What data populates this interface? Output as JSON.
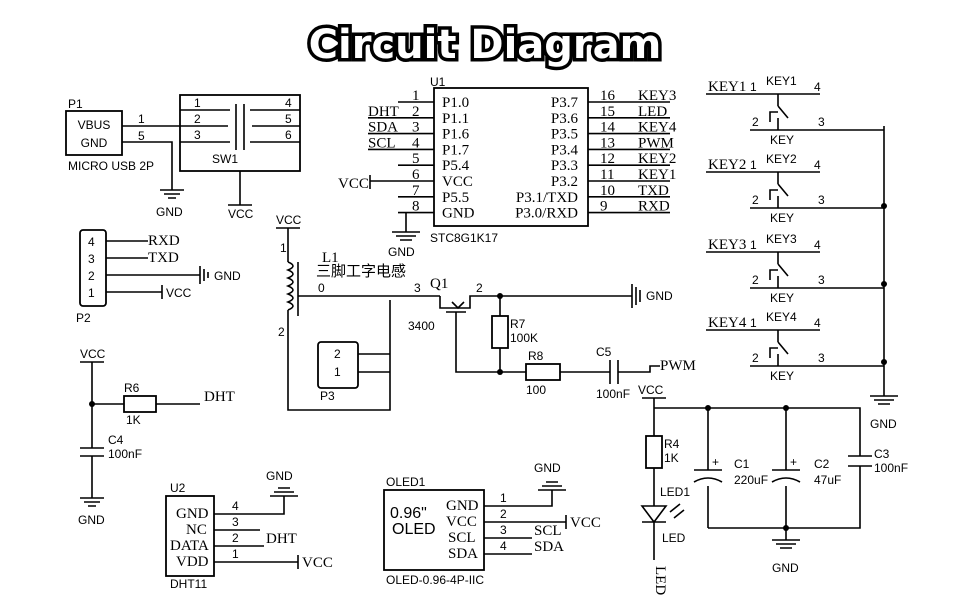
{
  "title": "Circuit Diagram",
  "p1": {
    "ref": "P1",
    "pin_vbus": "VBUS",
    "pin_gnd": "GND",
    "name": "MICRO USB 2P",
    "n1": "1",
    "n5": "5"
  },
  "sw1": {
    "ref": "SW1",
    "pins": [
      "1",
      "2",
      "3",
      "4",
      "5",
      "6"
    ]
  },
  "u1": {
    "ref": "U1",
    "name": "STC8G1K17",
    "left_pins": [
      "P1.0",
      "P1.1",
      "P1.6",
      "P1.7",
      "P5.4",
      "VCC",
      "P5.5",
      "GND"
    ],
    "left_nums": [
      "1",
      "2",
      "3",
      "4",
      "5",
      "6",
      "7",
      "8"
    ],
    "right_pins": [
      "P3.7",
      "P3.6",
      "P3.5",
      "P3.4",
      "P3.3",
      "P3.2",
      "P3.1/TXD",
      "P3.0/RXD"
    ],
    "right_nums": [
      "16",
      "15",
      "14",
      "13",
      "12",
      "11",
      "10",
      "9"
    ],
    "left_nets": [
      "",
      "DHT",
      "SDA",
      "SCL",
      "",
      "VCC",
      "",
      ""
    ],
    "right_nets": [
      "KEY3",
      "LED",
      "KEY4",
      "PWM",
      "KEY2",
      "KEY1",
      "TXD",
      "RXD"
    ]
  },
  "p2": {
    "ref": "P2",
    "nums": [
      "4",
      "3",
      "2",
      "1"
    ],
    "nets": [
      "RXD",
      "TXD",
      "GND",
      "VCC"
    ]
  },
  "l1": {
    "ref": "L1",
    "desc": "三脚工字电感",
    "p0": "0",
    "p1": "1",
    "p2": "2",
    "p3": "3"
  },
  "q1": {
    "ref": "Q1",
    "part": "3400",
    "p2": "2"
  },
  "p3": {
    "ref": "P3",
    "p2": "2",
    "p1": "1"
  },
  "r7": {
    "ref": "R7",
    "value": "100K"
  },
  "r8": {
    "ref": "R8",
    "value": "100"
  },
  "c5": {
    "ref": "C5",
    "value": "100nF",
    "net": "PWM"
  },
  "r6": {
    "ref": "R6",
    "value": "1K",
    "net": "DHT"
  },
  "c4": {
    "ref": "C4",
    "value": "100nF"
  },
  "u2": {
    "ref": "U2",
    "name": "DHT11",
    "pins": [
      "GND",
      "NC",
      "DATA",
      "VDD"
    ],
    "nums": [
      "4",
      "3",
      "2",
      "1"
    ],
    "net_data": "DHT",
    "net_vdd": "VCC"
  },
  "oled": {
    "ref": "OLED1",
    "size": "0.96\"",
    "label": "OLED",
    "name": "OLED-0.96-4P-IIC",
    "pins": [
      "GND",
      "VCC",
      "SCL",
      "SDA"
    ],
    "nums": [
      "1",
      "2",
      "3",
      "4"
    ],
    "net_vcc": "VCC",
    "net_scl": "SCL",
    "net_sda": "SDA"
  },
  "r4": {
    "ref": "R4",
    "value": "1K"
  },
  "led1": {
    "ref": "LED1",
    "label": "LED",
    "net": "LED"
  },
  "c1": {
    "ref": "C1",
    "value": "220uF"
  },
  "c2": {
    "ref": "C2",
    "value": "47uF"
  },
  "c3": {
    "ref": "C3",
    "value": "100nF"
  },
  "keys": [
    {
      "net": "KEY1",
      "ref": "KEY1",
      "label": "KEY"
    },
    {
      "net": "KEY2",
      "ref": "KEY2",
      "label": "KEY"
    },
    {
      "net": "KEY3",
      "ref": "KEY3",
      "label": "KEY"
    },
    {
      "net": "KEY4",
      "ref": "KEY4",
      "label": "KEY"
    }
  ],
  "key_pins": [
    "1",
    "4",
    "2",
    "3"
  ],
  "power": {
    "gnd": "GND",
    "vcc": "VCC"
  }
}
